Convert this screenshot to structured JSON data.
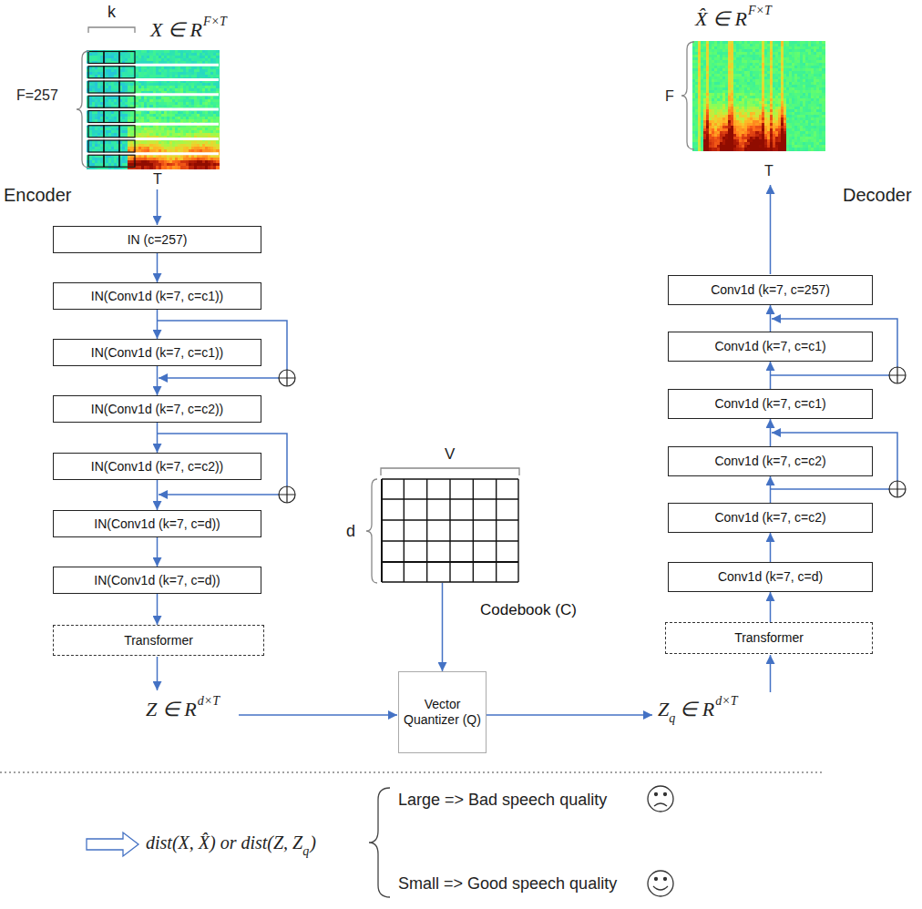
{
  "diagram": {
    "nodes": [
      {
        "text": [
          "IN (c=257)"
        ]
      },
      {
        "text": [
          "IN(Conv1d (k=7, c=c1))"
        ]
      },
      {
        "text": [
          "IN(Conv1d (k=7, c=c1))"
        ]
      },
      {
        "text": [
          "IN(Conv1d (k=7, c=c2))"
        ]
      },
      {
        "text": [
          "IN(Conv1d (k=7, c=c2))"
        ]
      },
      {
        "text": [
          "IN(Conv1d (k=7, c=d))"
        ]
      },
      {
        "text": [
          "IN(Conv1d (k=7, c=d))"
        ]
      },
      {
        "text": [
          "Transformer"
        ]
      },
      {
        "text": [
          "Codebook (C)"
        ]
      },
      {
        "text": [
          "Vector Quantizer (Q)"
        ]
      },
      {
        "text": [
          "Transformer"
        ]
      },
      {
        "text": [
          "Conv1d (k=7, c=d)"
        ]
      },
      {
        "text": [
          "Conv1d (k=7, c=c2)"
        ]
      },
      {
        "text": [
          "Conv1d (k=7, c=c2)"
        ]
      },
      {
        "text": [
          "Conv1d (k=7, c=c1)"
        ]
      },
      {
        "text": [
          "Conv1d (k=7, c=c1)"
        ]
      },
      {
        "text": [
          "Conv1d (k=7, c=257)"
        ]
      }
    ],
    "edges": [
      {
        "from": 0,
        "to": 1,
        "arrow": "to"
      },
      {
        "from": 1,
        "to": 2,
        "arrow": "to"
      },
      {
        "from": 2,
        "to": 3,
        "arrow": "to"
      },
      {
        "from": 3,
        "to": 4,
        "arrow": "to"
      },
      {
        "from": 4,
        "to": 5,
        "arrow": "to"
      },
      {
        "from": 5,
        "to": 6,
        "arrow": "to"
      },
      {
        "from": 6,
        "to": 7,
        "arrow": "to"
      },
      {
        "from": 8,
        "to": 9,
        "arrow": "to"
      },
      {
        "from": 10,
        "to": 11,
        "arrow": "to"
      },
      {
        "from": 11,
        "to": 12,
        "arrow": "to"
      },
      {
        "from": 12,
        "to": 13,
        "arrow": "to"
      },
      {
        "from": 13,
        "to": 14,
        "arrow": "to"
      },
      {
        "from": 14,
        "to": 15,
        "arrow": "to"
      },
      {
        "from": 15,
        "to": 16,
        "arrow": "to"
      }
    ],
    "labels": [
      "k",
      "X ∈ R",
      "F×T",
      "F=257",
      "T",
      "Encoder",
      "X̂ ∈ R",
      "F×T",
      "F",
      "T",
      "Decoder",
      "V",
      "d",
      "Z ∈ R",
      "d×T",
      "Z",
      "q",
      "∈ R",
      "d×T",
      "dist(X, X̂) or dist(Z, Z",
      "q",
      ")",
      "Large => Bad speech quality",
      "Small => Good speech quality"
    ]
  }
}
